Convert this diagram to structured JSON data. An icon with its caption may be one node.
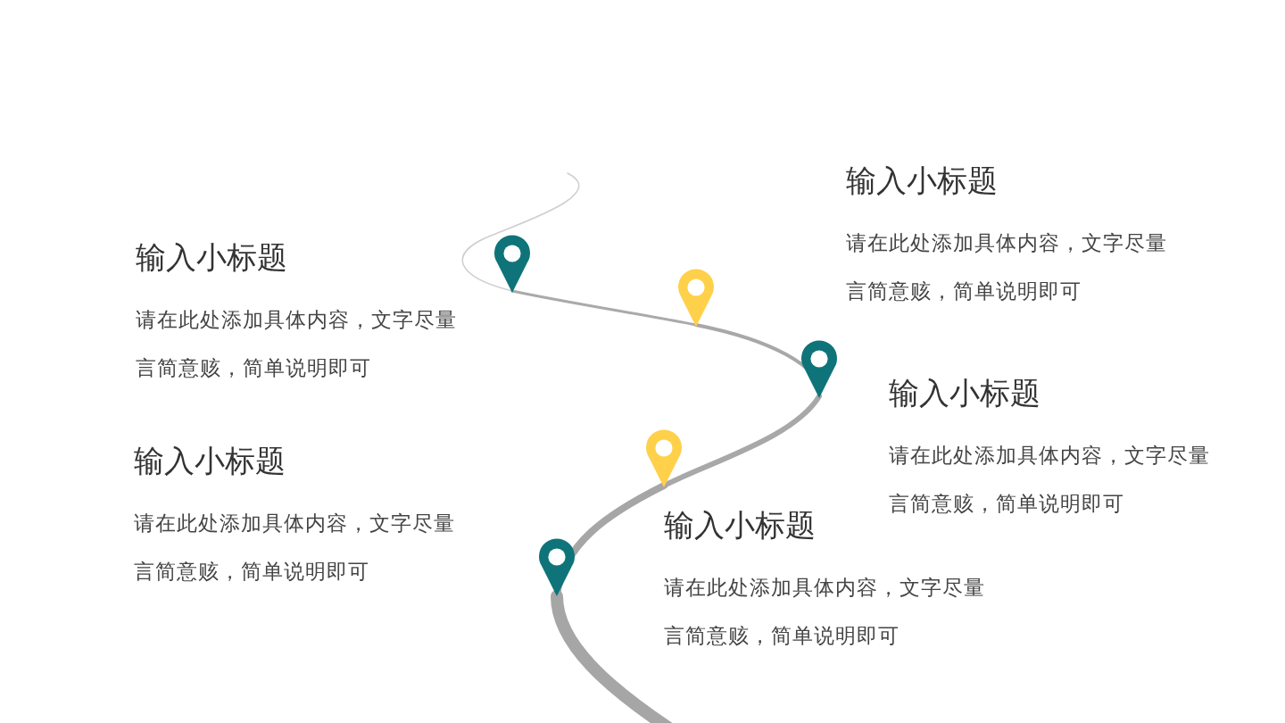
{
  "diagram": {
    "labels": [
      "输入小标题",
      "请在此处添加具体内容，文字尽量言简意赅，简单说明即可",
      "输入小标题",
      "请在此处添加具体内容，文字尽量言简意赅，简单说明即可",
      "输入小标题",
      "请在此处添加具体内容，文字尽量言简意赅，简单说明即可",
      "输入小标题",
      "请在此处添加具体内容，文字尽量言简意赅，简单说明即可",
      "输入小标题",
      "请在此处添加具体内容，文字尽量言简意赅，简单说明即可"
    ]
  }
}
